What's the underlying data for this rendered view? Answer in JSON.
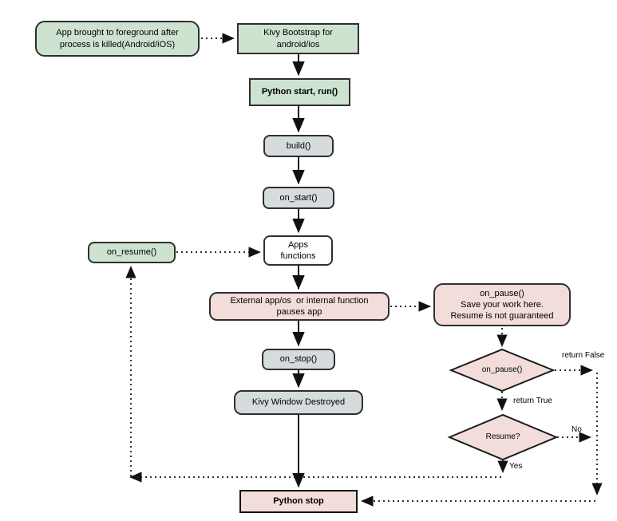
{
  "diagram": {
    "nodes": {
      "app_foreground": "App brought to foreground after\nprocess is killed(Android/iOS)",
      "kivy_bootstrap": "Kivy Bootstrap for\nandroid/ios",
      "python_start": "Python start, run()",
      "build": "build()",
      "on_start": "on_start()",
      "apps_functions": "Apps\nfunctions",
      "on_resume": "on_resume()",
      "external_pause": "External app/os  or internal function\npauses app",
      "on_pause_note": "on_pause()\nSave your work here.\nResume is not guaranteed",
      "on_stop": "on_stop()",
      "kivy_window_destroyed": "Kivy Window Destroyed",
      "on_pause_decision": "on_pause()",
      "resume_decision": "Resume?",
      "python_stop": "Python stop"
    },
    "edge_labels": {
      "return_false": "return False",
      "return_true": "return True",
      "no": "No",
      "yes": "Yes"
    },
    "colors": {
      "green": "#cde3d0",
      "gray": "#d6dbdd",
      "pink": "#f2dddb",
      "white": "#ffffff",
      "border": "#2f2f2f",
      "line": "#111111"
    }
  }
}
